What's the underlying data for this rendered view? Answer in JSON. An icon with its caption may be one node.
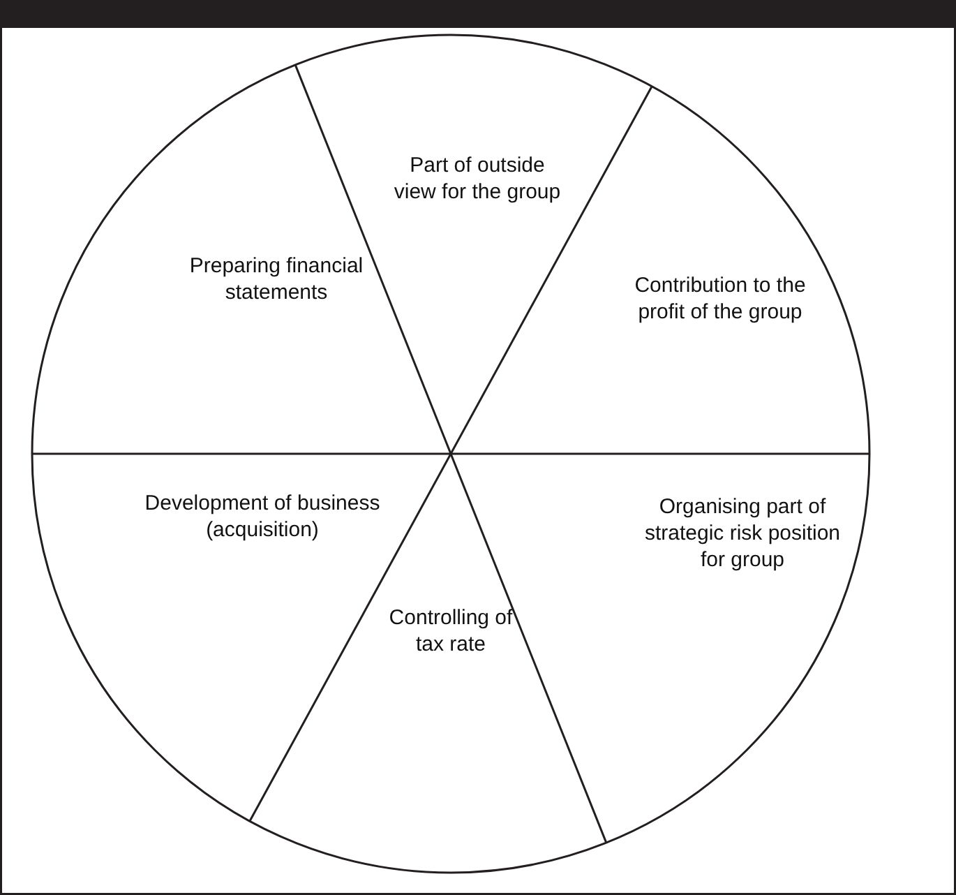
{
  "diagram": {
    "nodes": [
      {
        "text": [
          "Part of outside view for the group"
        ]
      },
      {
        "text": [
          "Preparing financial statements"
        ]
      },
      {
        "text": [
          "Contribution to the profit of the group"
        ]
      },
      {
        "text": [
          "Development of business (acquisition)"
        ]
      },
      {
        "text": [
          "Organising part of strategic risk position for group"
        ]
      },
      {
        "text": [
          "Controlling of tax rate"
        ]
      }
    ]
  }
}
